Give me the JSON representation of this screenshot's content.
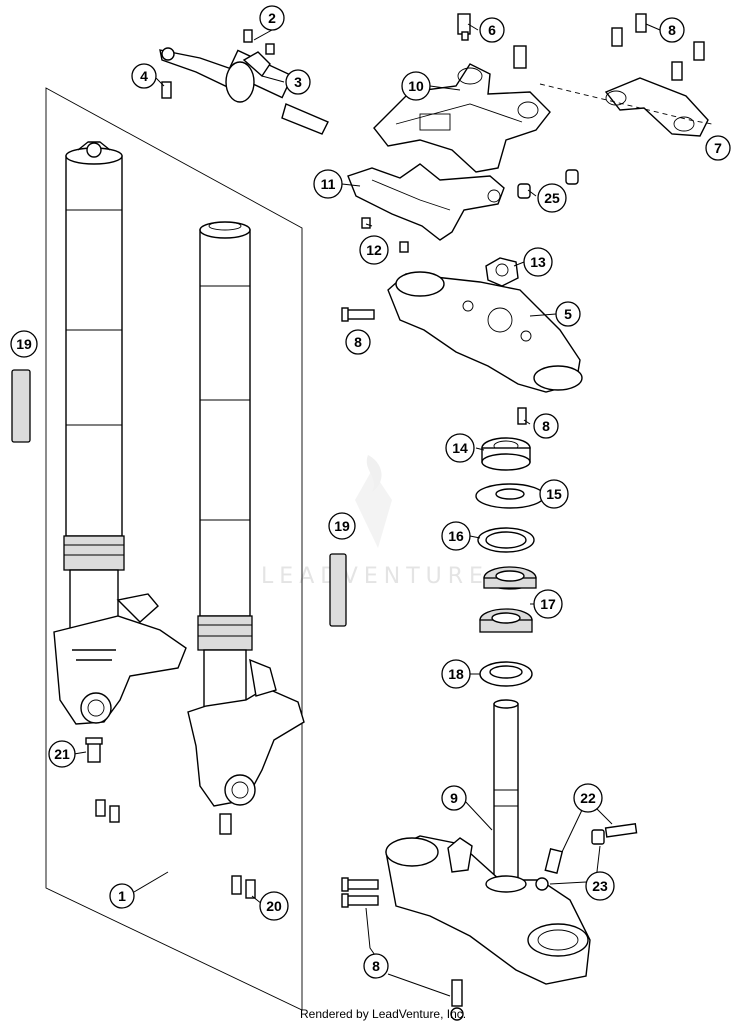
{
  "watermark": "LEADVENTURE",
  "footer": "Rendered by LeadVenture, Inc.",
  "callouts": [
    {
      "id": "c-2",
      "label": "2"
    },
    {
      "id": "c-3",
      "label": "3"
    },
    {
      "id": "c-4",
      "label": "4"
    },
    {
      "id": "c-6",
      "label": "6"
    },
    {
      "id": "c-8a",
      "label": "8"
    },
    {
      "id": "c-7",
      "label": "7"
    },
    {
      "id": "c-10",
      "label": "10"
    },
    {
      "id": "c-11",
      "label": "11"
    },
    {
      "id": "c-25",
      "label": "25"
    },
    {
      "id": "c-12",
      "label": "12"
    },
    {
      "id": "c-13",
      "label": "13"
    },
    {
      "id": "c-5",
      "label": "5"
    },
    {
      "id": "c-8b",
      "label": "8"
    },
    {
      "id": "c-19a",
      "label": "19"
    },
    {
      "id": "c-8c",
      "label": "8"
    },
    {
      "id": "c-14",
      "label": "14"
    },
    {
      "id": "c-15",
      "label": "15"
    },
    {
      "id": "c-19b",
      "label": "19"
    },
    {
      "id": "c-16",
      "label": "16"
    },
    {
      "id": "c-17",
      "label": "17"
    },
    {
      "id": "c-18",
      "label": "18"
    },
    {
      "id": "c-21",
      "label": "21"
    },
    {
      "id": "c-9",
      "label": "9"
    },
    {
      "id": "c-22",
      "label": "22"
    },
    {
      "id": "c-1",
      "label": "1"
    },
    {
      "id": "c-23",
      "label": "23"
    },
    {
      "id": "c-20",
      "label": "20"
    },
    {
      "id": "c-8d",
      "label": "8"
    }
  ]
}
